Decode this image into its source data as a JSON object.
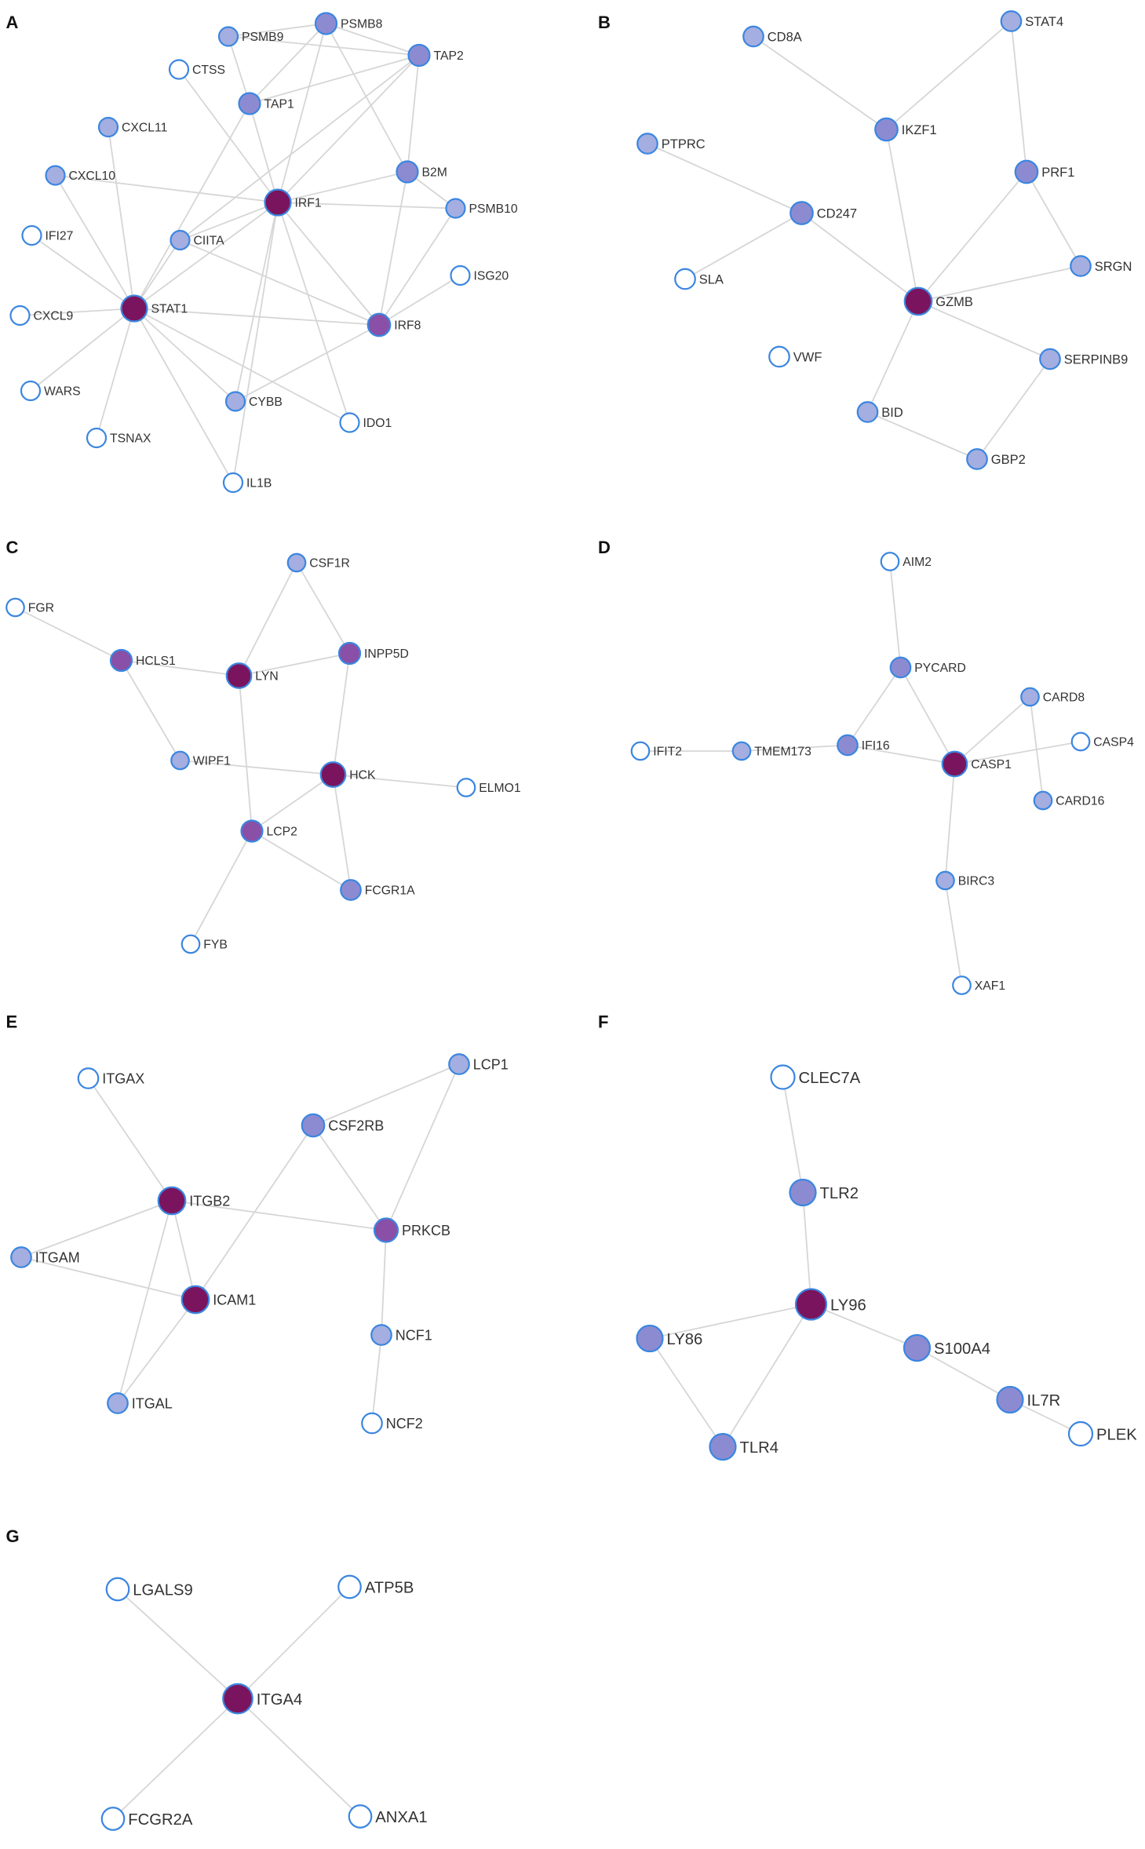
{
  "colors": {
    "edge": "#d6d6d6",
    "node_border": "#3b86e0",
    "label_text": "#333333",
    "fill_level_0": "#ffffff",
    "fill_level_1": "#a4aee0",
    "fill_level_2": "#8c8bd1",
    "fill_level_3": "#8a4fa6",
    "fill_level_4": "#7a145e"
  },
  "panels": [
    {
      "id": "A",
      "label": "A",
      "nodes": [
        {
          "id": "PSMB9",
          "label": "PSMB9",
          "level": 1
        },
        {
          "id": "PSMB8",
          "label": "PSMB8",
          "level": 2
        },
        {
          "id": "TAP2",
          "label": "TAP2",
          "level": 2
        },
        {
          "id": "CTSS",
          "label": "CTSS",
          "level": 0
        },
        {
          "id": "TAP1",
          "label": "TAP1",
          "level": 2
        },
        {
          "id": "CXCL11",
          "label": "CXCL11",
          "level": 1
        },
        {
          "id": "B2M",
          "label": "B2M",
          "level": 2
        },
        {
          "id": "CXCL10",
          "label": "CXCL10",
          "level": 1
        },
        {
          "id": "IRF1",
          "label": "IRF1",
          "level": 4
        },
        {
          "id": "PSMB10",
          "label": "PSMB10",
          "level": 1
        },
        {
          "id": "IFI27",
          "label": "IFI27",
          "level": 0
        },
        {
          "id": "CIITA",
          "label": "CIITA",
          "level": 1
        },
        {
          "id": "ISG20",
          "label": "ISG20",
          "level": 0
        },
        {
          "id": "CXCL9",
          "label": "CXCL9",
          "level": 0
        },
        {
          "id": "STAT1",
          "label": "STAT1",
          "level": 4
        },
        {
          "id": "IRF8",
          "label": "IRF8",
          "level": 3
        },
        {
          "id": "WARS",
          "label": "WARS",
          "level": 0
        },
        {
          "id": "CYBB",
          "label": "CYBB",
          "level": 1
        },
        {
          "id": "IDO1",
          "label": "IDO1",
          "level": 0
        },
        {
          "id": "TSNAX",
          "label": "TSNAX",
          "level": 0
        },
        {
          "id": "IL1B",
          "label": "IL1B",
          "level": 0
        }
      ]
    },
    {
      "id": "B",
      "label": "B",
      "nodes": [
        {
          "id": "CD8A",
          "label": "CD8A",
          "level": 1
        },
        {
          "id": "STAT4",
          "label": "STAT4",
          "level": 1
        },
        {
          "id": "IKZF1",
          "label": "IKZF1",
          "level": 2
        },
        {
          "id": "PTPRC",
          "label": "PTPRC",
          "level": 1
        },
        {
          "id": "PRF1",
          "label": "PRF1",
          "level": 2
        },
        {
          "id": "CD247",
          "label": "CD247",
          "level": 2
        },
        {
          "id": "SRGN",
          "label": "SRGN",
          "level": 1
        },
        {
          "id": "SLA",
          "label": "SLA",
          "level": 0
        },
        {
          "id": "GZMB",
          "label": "GZMB",
          "level": 4
        },
        {
          "id": "VWF",
          "label": "VWF",
          "level": 0
        },
        {
          "id": "SERPINB9",
          "label": "SERPINB9",
          "level": 1
        },
        {
          "id": "BID",
          "label": "BID",
          "level": 1
        },
        {
          "id": "GBP2",
          "label": "GBP2",
          "level": 1
        }
      ]
    },
    {
      "id": "C",
      "label": "C",
      "nodes": [
        {
          "id": "CSF1R",
          "label": "CSF1R",
          "level": 1
        },
        {
          "id": "FGR",
          "label": "FGR",
          "level": 0
        },
        {
          "id": "HCLS1",
          "label": "HCLS1",
          "level": 3
        },
        {
          "id": "LYN",
          "label": "LYN",
          "level": 4
        },
        {
          "id": "INPP5D",
          "label": "INPP5D",
          "level": 3
        },
        {
          "id": "WIPF1",
          "label": "WIPF1",
          "level": 1
        },
        {
          "id": "HCK",
          "label": "HCK",
          "level": 4
        },
        {
          "id": "ELMO1",
          "label": "ELMO1",
          "level": 0
        },
        {
          "id": "LCP2",
          "label": "LCP2",
          "level": 3
        },
        {
          "id": "FCGR1A",
          "label": "FCGR1A",
          "level": 2
        },
        {
          "id": "FYB",
          "label": "FYB",
          "level": 0
        }
      ]
    },
    {
      "id": "D",
      "label": "D",
      "nodes": [
        {
          "id": "AIM2",
          "label": "AIM2",
          "level": 0
        },
        {
          "id": "PYCARD",
          "label": "PYCARD",
          "level": 2
        },
        {
          "id": "CARD8",
          "label": "CARD8",
          "level": 1
        },
        {
          "id": "CASP4",
          "label": "CASP4",
          "level": 0
        },
        {
          "id": "IFIT2",
          "label": "IFIT2",
          "level": 0
        },
        {
          "id": "TMEM173",
          "label": "TMEM173",
          "level": 1
        },
        {
          "id": "IFI16",
          "label": "IFI16",
          "level": 2
        },
        {
          "id": "CASP1",
          "label": "CASP1",
          "level": 4
        },
        {
          "id": "CARD16",
          "label": "CARD16",
          "level": 1
        },
        {
          "id": "BIRC3",
          "label": "BIRC3",
          "level": 1
        },
        {
          "id": "XAF1",
          "label": "XAF1",
          "level": 0
        }
      ]
    },
    {
      "id": "E",
      "label": "E",
      "nodes": [
        {
          "id": "ITGAX",
          "label": "ITGAX",
          "level": 0
        },
        {
          "id": "LCP1",
          "label": "LCP1",
          "level": 1
        },
        {
          "id": "CSF2RB",
          "label": "CSF2RB",
          "level": 2
        },
        {
          "id": "ITGB2",
          "label": "ITGB2",
          "level": 4
        },
        {
          "id": "PRKCB",
          "label": "PRKCB",
          "level": 3
        },
        {
          "id": "ITGAM",
          "label": "ITGAM",
          "level": 1
        },
        {
          "id": "ICAM1",
          "label": "ICAM1",
          "level": 4
        },
        {
          "id": "NCF1",
          "label": "NCF1",
          "level": 1
        },
        {
          "id": "ITGAL",
          "label": "ITGAL",
          "level": 1
        },
        {
          "id": "NCF2",
          "label": "NCF2",
          "level": 0
        }
      ]
    },
    {
      "id": "F",
      "label": "F",
      "nodes": [
        {
          "id": "CLEC7A",
          "label": "CLEC7A",
          "level": 0
        },
        {
          "id": "TLR2",
          "label": "TLR2",
          "level": 2
        },
        {
          "id": "LY96",
          "label": "LY96",
          "level": 4
        },
        {
          "id": "LY86",
          "label": "LY86",
          "level": 2
        },
        {
          "id": "S100A4",
          "label": "S100A4",
          "level": 2
        },
        {
          "id": "IL7R",
          "label": "IL7R",
          "level": 2
        },
        {
          "id": "TLR4",
          "label": "TLR4",
          "level": 2
        },
        {
          "id": "PLEK",
          "label": "PLEK",
          "level": 0
        }
      ]
    },
    {
      "id": "G",
      "label": "G",
      "nodes": [
        {
          "id": "LGALS9",
          "label": "LGALS9",
          "level": 0
        },
        {
          "id": "ATP5B",
          "label": "ATP5B",
          "level": 0
        },
        {
          "id": "ITGA4",
          "label": "ITGA4",
          "level": 4
        },
        {
          "id": "FCGR2A",
          "label": "FCGR2A",
          "level": 0
        },
        {
          "id": "ANXA1",
          "label": "ANXA1",
          "level": 0
        }
      ]
    }
  ]
}
